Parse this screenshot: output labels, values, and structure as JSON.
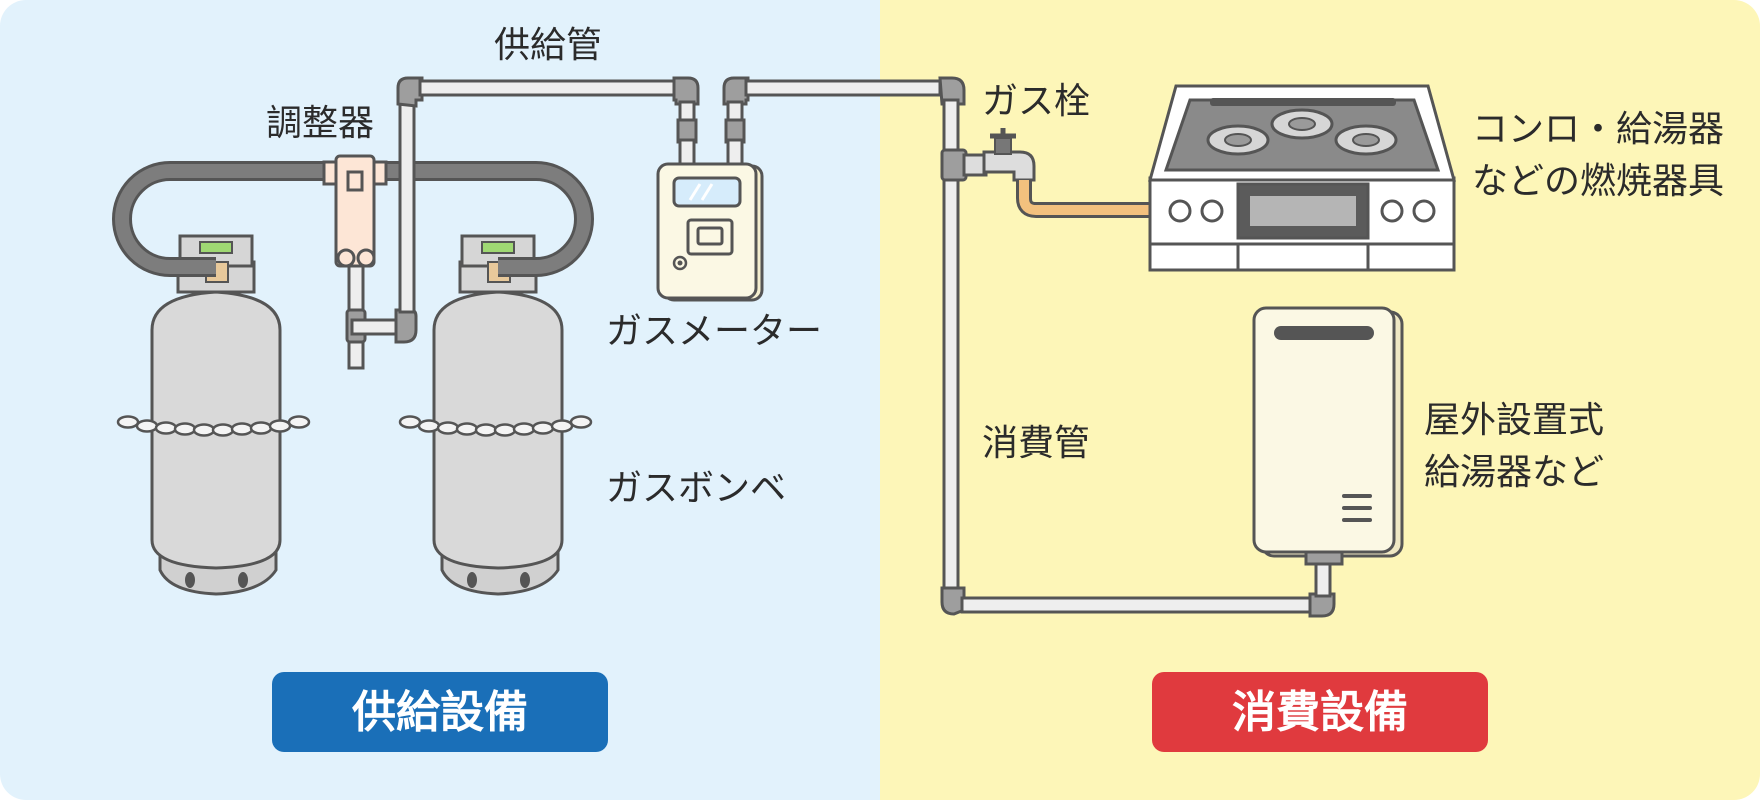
{
  "colors": {
    "supply_bg": "#e2f2fc",
    "consume_bg": "#fdf6b8",
    "supply_badge": "#1a6fb8",
    "consume_badge": "#e03a3e",
    "pipe_fill": "#eeeeee",
    "pipe_stroke": "#555555",
    "cylinder": "#d9d9d9",
    "hose": "#777777",
    "orange_hose": "#f3c17e"
  },
  "labels": {
    "supply_pipe": "供給管",
    "regulator": "調整器",
    "gas_meter": "ガスメーター",
    "gas_cylinder": "ガスボンベ",
    "gas_valve": "ガス栓",
    "stove_line1": "コンロ・給湯器",
    "stove_line2": "などの燃焼器具",
    "consumption_pipe": "消費管",
    "heater_line1": "屋外設置式",
    "heater_line2": "給湯器など"
  },
  "badges": {
    "supply": "供給設備",
    "consumption": "消費設備"
  }
}
